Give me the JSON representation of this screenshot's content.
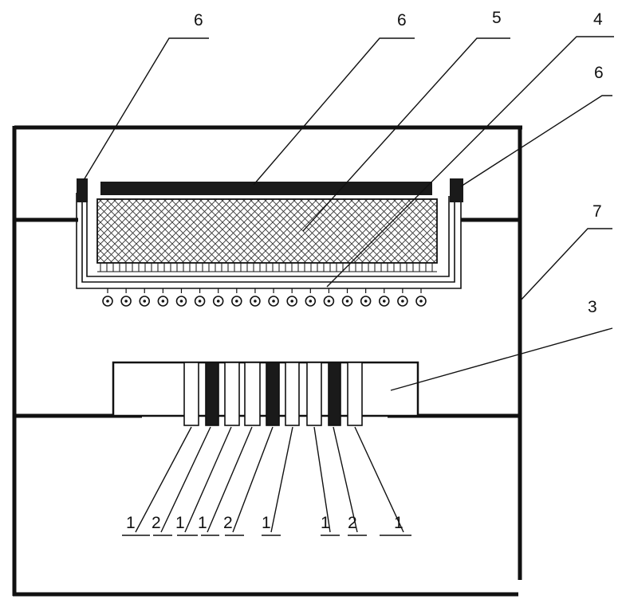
{
  "figure": {
    "labels": {
      "l6_left": "6",
      "l6_mid": "6",
      "l5": "5",
      "l4": "4",
      "l6_right": "6",
      "l7": "7",
      "l3": "3",
      "bottom": [
        "1",
        "2",
        "1",
        "1",
        "2",
        "1",
        "1",
        "2",
        "1"
      ]
    },
    "coil_count": 18,
    "colors": {
      "stroke": "#111111",
      "dark": "#1a1a1a",
      "background": "#ffffff"
    }
  }
}
